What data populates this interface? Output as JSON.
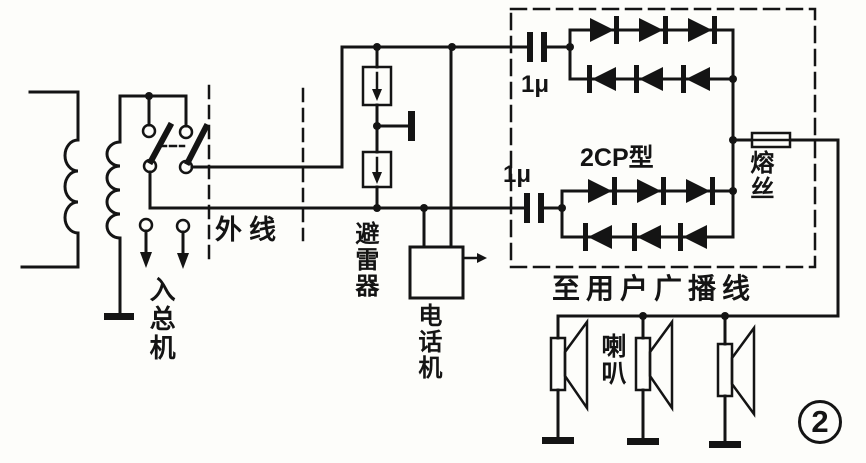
{
  "figure": {
    "number": "2"
  },
  "labels": {
    "to_switchboard": "入总机",
    "outside_line": "外线",
    "lightning_arrester": "避雷器",
    "telephone": "电话机",
    "capacitor_upper": "1μ",
    "capacitor_lower": "1μ",
    "diode_type": "2CP型",
    "fuse": "熔丝",
    "to_subscriber_broadcast_line": "至用户广播线",
    "loudspeaker": "喇叭"
  },
  "colors": {
    "ink": "#141414",
    "paper": "#fdfdfa"
  }
}
